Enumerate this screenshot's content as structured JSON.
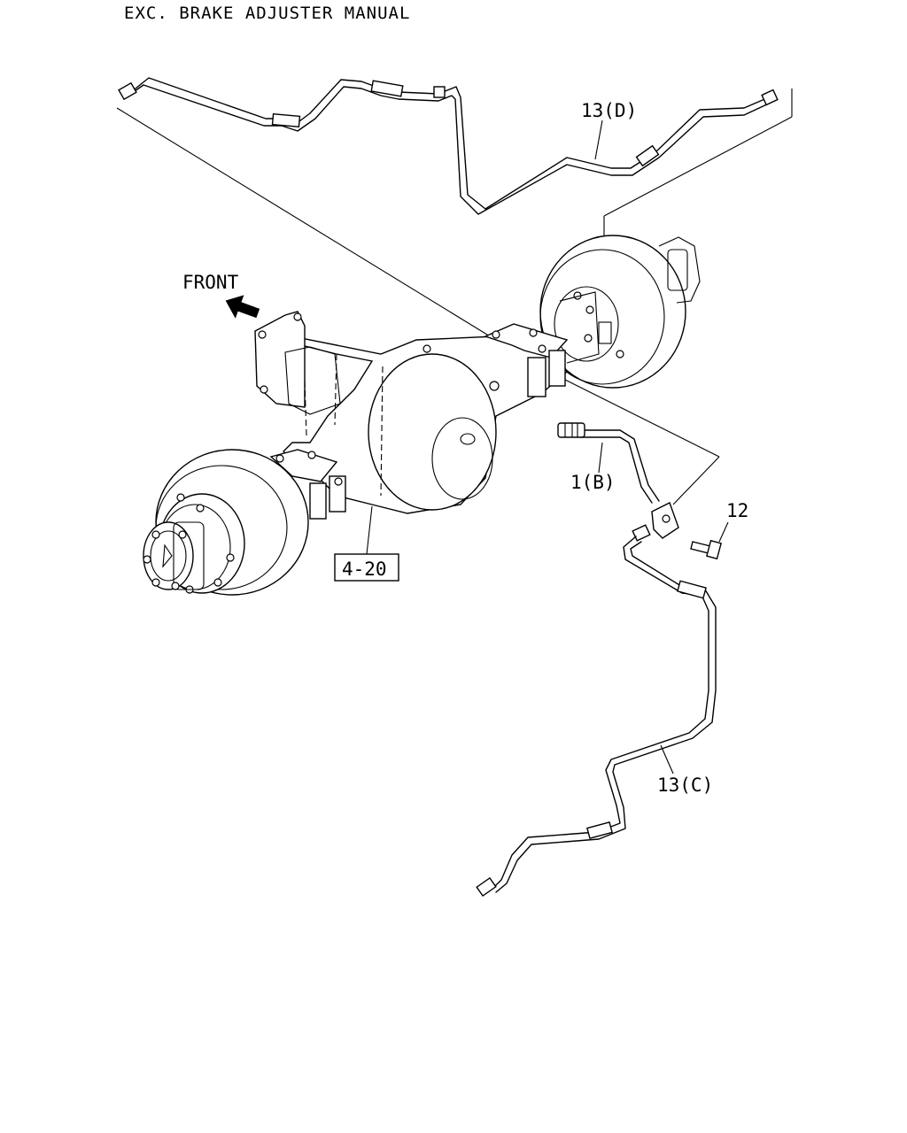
{
  "header": {
    "note": "EXC. BRAKE ADJUSTER MANUAL"
  },
  "labels": {
    "front": "FRONT",
    "pipe_d": "13(D)",
    "hose_b": "1(B)",
    "bolt": "12",
    "pipe_c": "13(C)",
    "axle_ref": "4-20"
  },
  "icons": {
    "direction_arrow": "front-arrow-icon"
  }
}
